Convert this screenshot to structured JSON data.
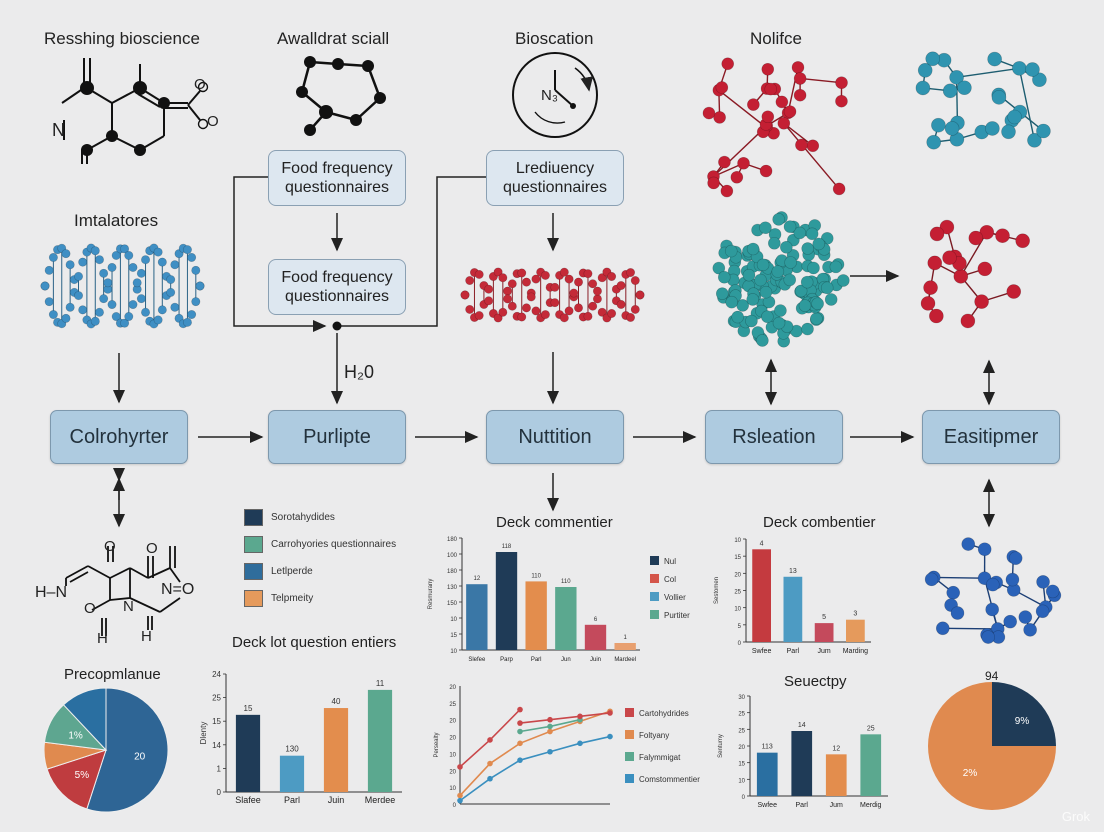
{
  "labels": {
    "resshing": "Resshing bioscience",
    "awalldrat": "Awalldrat sciall",
    "bioscation": "Bioscation",
    "nolifce": "Nolifce",
    "imtalatores": "Imtalatores",
    "h2o": "H₂0",
    "n3": "N₃",
    "atom_n": "N",
    "atom_h_n": "H–N",
    "atom_o1": "O",
    "atom_o2": "O",
    "atom_n_o": "N=O",
    "atom_o3": "O",
    "atom_h1": "H",
    "atom_h2": "H",
    "atom_n2": "N"
  },
  "questionnaires": {
    "q1": "Food frequency\nquestionnaires",
    "q2": "Food frequency\nquestionnaires",
    "q3": "Lrediuency\nquestionnaires"
  },
  "process": [
    "Colrohyrter",
    "Purlipte",
    "Nuttition",
    "Rsleation",
    "Easitipmer"
  ],
  "legend_left": {
    "items": [
      {
        "label": "Sorotahydides",
        "color": "#1f3b57"
      },
      {
        "label": "Carrohyories questionnaires",
        "color": "#5ba88f"
      },
      {
        "label": "Letlperde",
        "color": "#2f6d9c"
      },
      {
        "label": "Telpmeity",
        "color": "#e59a5c"
      }
    ]
  },
  "watermark": "Grok",
  "chart_data": [
    {
      "id": "pie-left",
      "type": "pie",
      "title": "Precopmlanue",
      "slices": [
        {
          "label": "20",
          "value": 55,
          "color": "#2e6595"
        },
        {
          "label": "5%",
          "value": 15,
          "color": "#bf3c3f"
        },
        {
          "label": "",
          "value": 7,
          "color": "#e08a4f"
        },
        {
          "label": "1%",
          "value": 11,
          "color": "#5ea690"
        },
        {
          "label": "",
          "value": 12,
          "color": "#2a6fa1"
        }
      ]
    },
    {
      "id": "bar-mid-left",
      "type": "bar",
      "title": "Deck lot question entiers",
      "ylabel": "Dlenty",
      "yticks": [
        "0",
        "1",
        "14",
        "15",
        "25",
        "24"
      ],
      "ylim": [
        0,
        26
      ],
      "categories": [
        "Slafee",
        "Parl",
        "Juin",
        "Merdee"
      ],
      "values": [
        17,
        8,
        18.5,
        22.5
      ],
      "value_labels": [
        "15",
        "130",
        "40",
        "11"
      ],
      "colors": [
        "#1f3b57",
        "#4d9bc3",
        "#e38d4d",
        "#5ba88f"
      ]
    },
    {
      "id": "bar-center",
      "type": "bar",
      "title": "Deck commentier",
      "ylabel": "Resmurany",
      "yticks": [
        "10",
        "15",
        "10",
        "150",
        "130",
        "180",
        "100",
        "180"
      ],
      "ylim": [
        0,
        8
      ],
      "categories": [
        "Slefee",
        "Parp",
        "Parl",
        "Jun",
        "Juin",
        "Mardeel"
      ],
      "values": [
        4.7,
        7.0,
        4.9,
        4.5,
        1.8,
        0.5
      ],
      "value_labels": [
        "12",
        "118",
        "110",
        "110",
        "6",
        "1"
      ],
      "colors": [
        "#3a77a6",
        "#1f3b57",
        "#e38d4d",
        "#5ba88f",
        "#c44a5c",
        "#e8a070"
      ],
      "legend": [
        {
          "label": "Nul",
          "color": "#1f3b57"
        },
        {
          "label": "Col",
          "color": "#d4554a"
        },
        {
          "label": "Vollier",
          "color": "#4d9bc3"
        },
        {
          "label": "Purtiter",
          "color": "#5ba88f"
        }
      ]
    },
    {
      "id": "bar-right",
      "type": "bar",
      "title": "Deck combentier",
      "ylabel": "Sestomen",
      "yticks": [
        "0",
        "5",
        "10",
        "25",
        "20",
        "15",
        "10"
      ],
      "ylim": [
        0,
        30
      ],
      "categories": [
        "Swfee",
        "Parl",
        "Jum",
        "Marding"
      ],
      "values": [
        27,
        19,
        5.5,
        6.5
      ],
      "value_labels": [
        "4",
        "13",
        "5",
        "3"
      ],
      "colors": [
        "#c43a3f",
        "#4d9bc3",
        "#c44a5c",
        "#e59a5c"
      ]
    },
    {
      "id": "line-chart",
      "type": "line",
      "ylabel": "Persealty",
      "yticks": [
        "0",
        "10",
        "20",
        "10",
        "20",
        "20",
        "25",
        "20"
      ],
      "ylim": [
        0,
        7
      ],
      "x": [
        0,
        1,
        2,
        3,
        4,
        5
      ],
      "series": [
        {
          "name": "Cartohydrides",
          "color": "#c9474a",
          "values": [
            2.2,
            3.8,
            5.6
          ]
        },
        {
          "name": "Foltyany",
          "color": "#e08a4f",
          "values": [
            0.5,
            2.4,
            3.6,
            4.3,
            4.9,
            5.5
          ]
        },
        {
          "name": "Falymmigat",
          "color": "#5ba88f",
          "values": [
            null,
            null,
            4.3,
            4.6,
            5.0
          ]
        },
        {
          "name": "Comstommentier",
          "color": "#3a8fbf",
          "values": [
            0.2,
            1.5,
            2.6,
            3.1,
            3.6,
            4.0
          ]
        }
      ],
      "extra_red": [
        {
          "x": 2,
          "y": 4.8
        },
        {
          "x": 3,
          "y": 5.0
        },
        {
          "x": 4,
          "y": 5.2
        },
        {
          "x": 5,
          "y": 5.4
        }
      ]
    },
    {
      "id": "bar-bottom-right",
      "type": "bar",
      "title": "Seuectpy",
      "ylabel": "Sentumy",
      "yticks": [
        "0",
        "10",
        "15",
        "20",
        "25",
        "25",
        "30"
      ],
      "ylim": [
        0,
        30
      ],
      "categories": [
        "Swfee",
        "Parl",
        "Jum",
        "Merdig"
      ],
      "values": [
        13,
        19.5,
        12.5,
        18.5
      ],
      "value_labels": [
        "113",
        "14",
        "12",
        "25"
      ],
      "colors": [
        "#2a6fa1",
        "#1f3b57",
        "#e38d4d",
        "#5ba88f"
      ]
    },
    {
      "id": "pie-right",
      "type": "pie",
      "title": "94",
      "slices": [
        {
          "label": "9%",
          "value": 25,
          "color": "#1f3b57"
        },
        {
          "label": "2%",
          "value": 75,
          "color": "#e08a4f"
        }
      ]
    }
  ]
}
